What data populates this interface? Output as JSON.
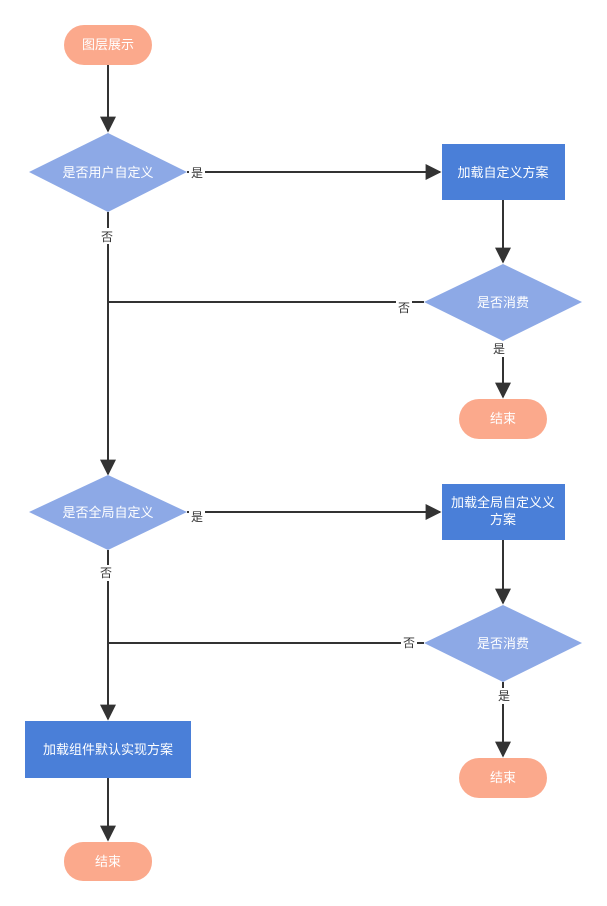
{
  "colors": {
    "terminal": "#FBA98C",
    "decision": "#8DA9E6",
    "process": "#4A7FD8",
    "line": "#333333",
    "text_on_shape": "#ffffff",
    "label_text": "#333333"
  },
  "nodes": {
    "start": "图层展示",
    "user_custom_q": "是否用户自定义",
    "load_custom_plan": "加载自定义方案",
    "consume_q_1": "是否消费",
    "end_1": "结束",
    "global_custom_q": "是否全局自定义",
    "load_global_plan_line1": "加载全局自定义义",
    "load_global_plan_line2": "方案",
    "consume_q_2": "是否消费",
    "end_2": "结束",
    "load_default_plan": "加载组件默认实现方案",
    "end_3": "结束"
  },
  "edge_labels": {
    "user_yes": "是",
    "user_no": "否",
    "consume1_no": "否",
    "consume1_yes": "是",
    "global_yes": "是",
    "global_no": "否",
    "consume2_no": "否",
    "consume2_yes": "是"
  }
}
